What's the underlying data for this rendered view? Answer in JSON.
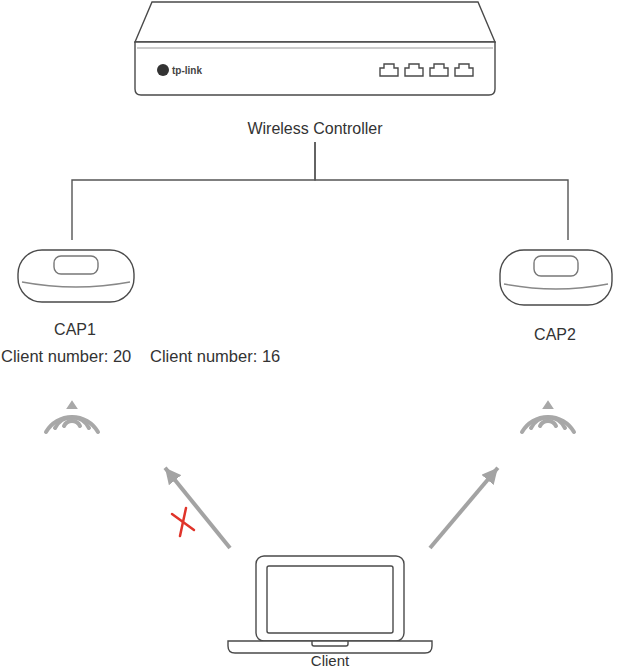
{
  "diagram": {
    "nodes": [
      {
        "text": [
          "Wireless Controller"
        ]
      },
      {
        "text": [
          "CAP1"
        ]
      },
      {
        "text": [
          "CAP2"
        ]
      },
      {
        "text": [
          "Client"
        ]
      }
    ],
    "edges": [
      {
        "from": 0,
        "to": 1,
        "arrow": "none"
      },
      {
        "from": 0,
        "to": 2,
        "arrow": "none"
      },
      {
        "from": 3,
        "to": 1,
        "arrow": "to"
      },
      {
        "from": 3,
        "to": 2,
        "arrow": "to"
      }
    ],
    "labels": [
      "tp-link",
      "Client number: 20",
      "Client number: 16"
    ]
  }
}
